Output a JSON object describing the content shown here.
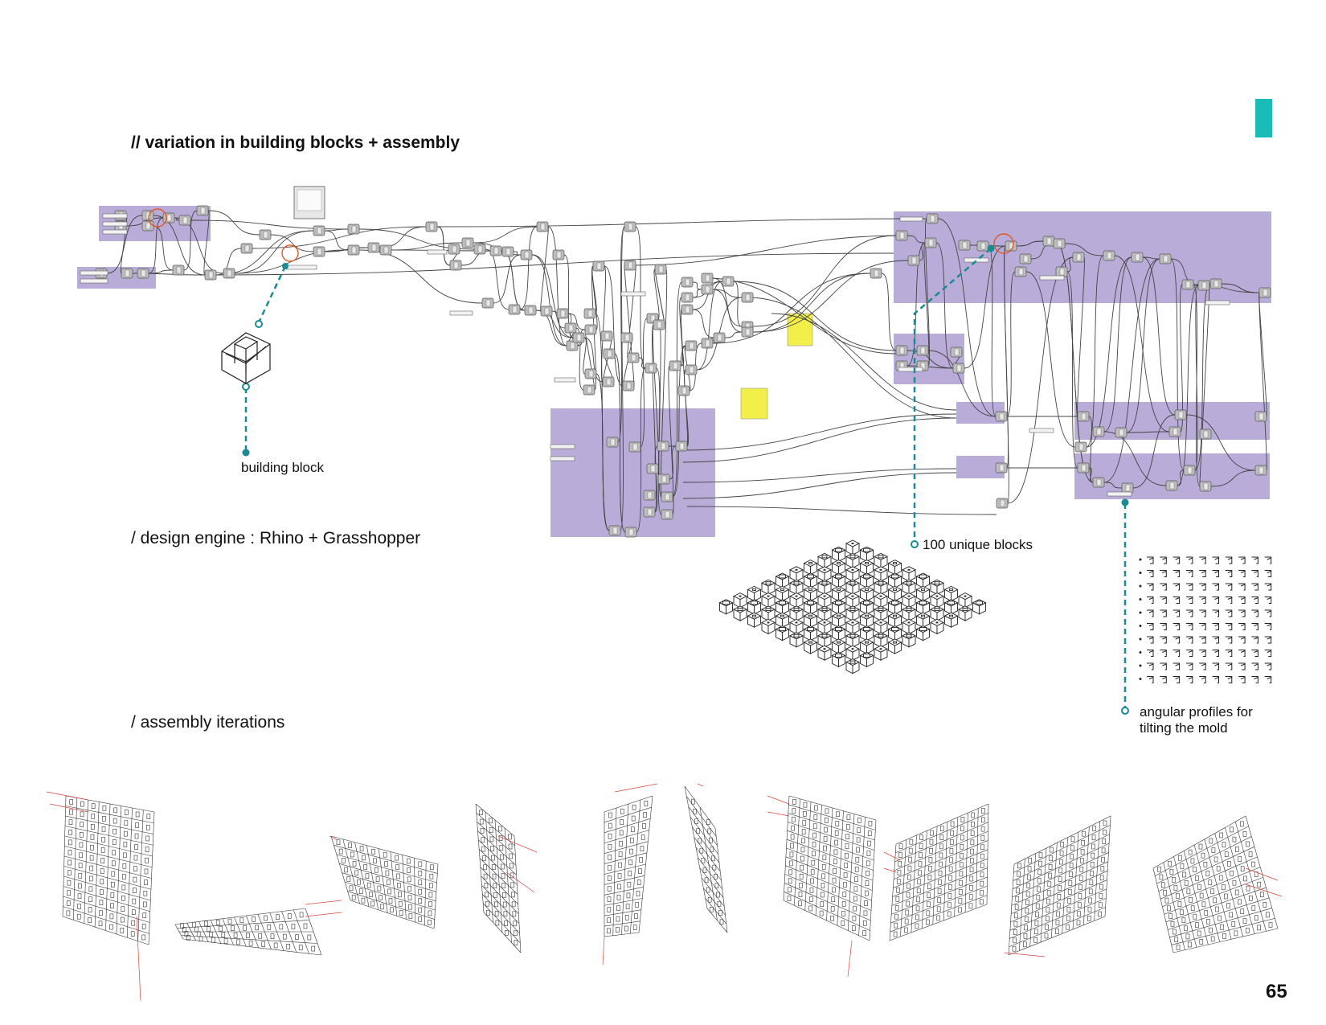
{
  "page": {
    "accent_color": "#1bbcb8",
    "group_color": "#b9acd9",
    "page_number": "65"
  },
  "headings": {
    "main_title": "// variation in building blocks + assembly",
    "design_engine": "/ design engine : Rhino + Grasshopper",
    "assembly_iterations": "/ assembly iterations"
  },
  "callouts": {
    "building_block": "building block",
    "unique_blocks": "100 unique blocks",
    "angular_profiles_line1": "angular profiles for",
    "angular_profiles_line2": "tilting the mold"
  },
  "figures": {
    "grasshopper_definition": "node-graph",
    "building_block_icon": "cube-icon",
    "block_grid": "isometric-block-grid",
    "profile_grid": "profile-grid",
    "iterations": "wall-iterations"
  }
}
